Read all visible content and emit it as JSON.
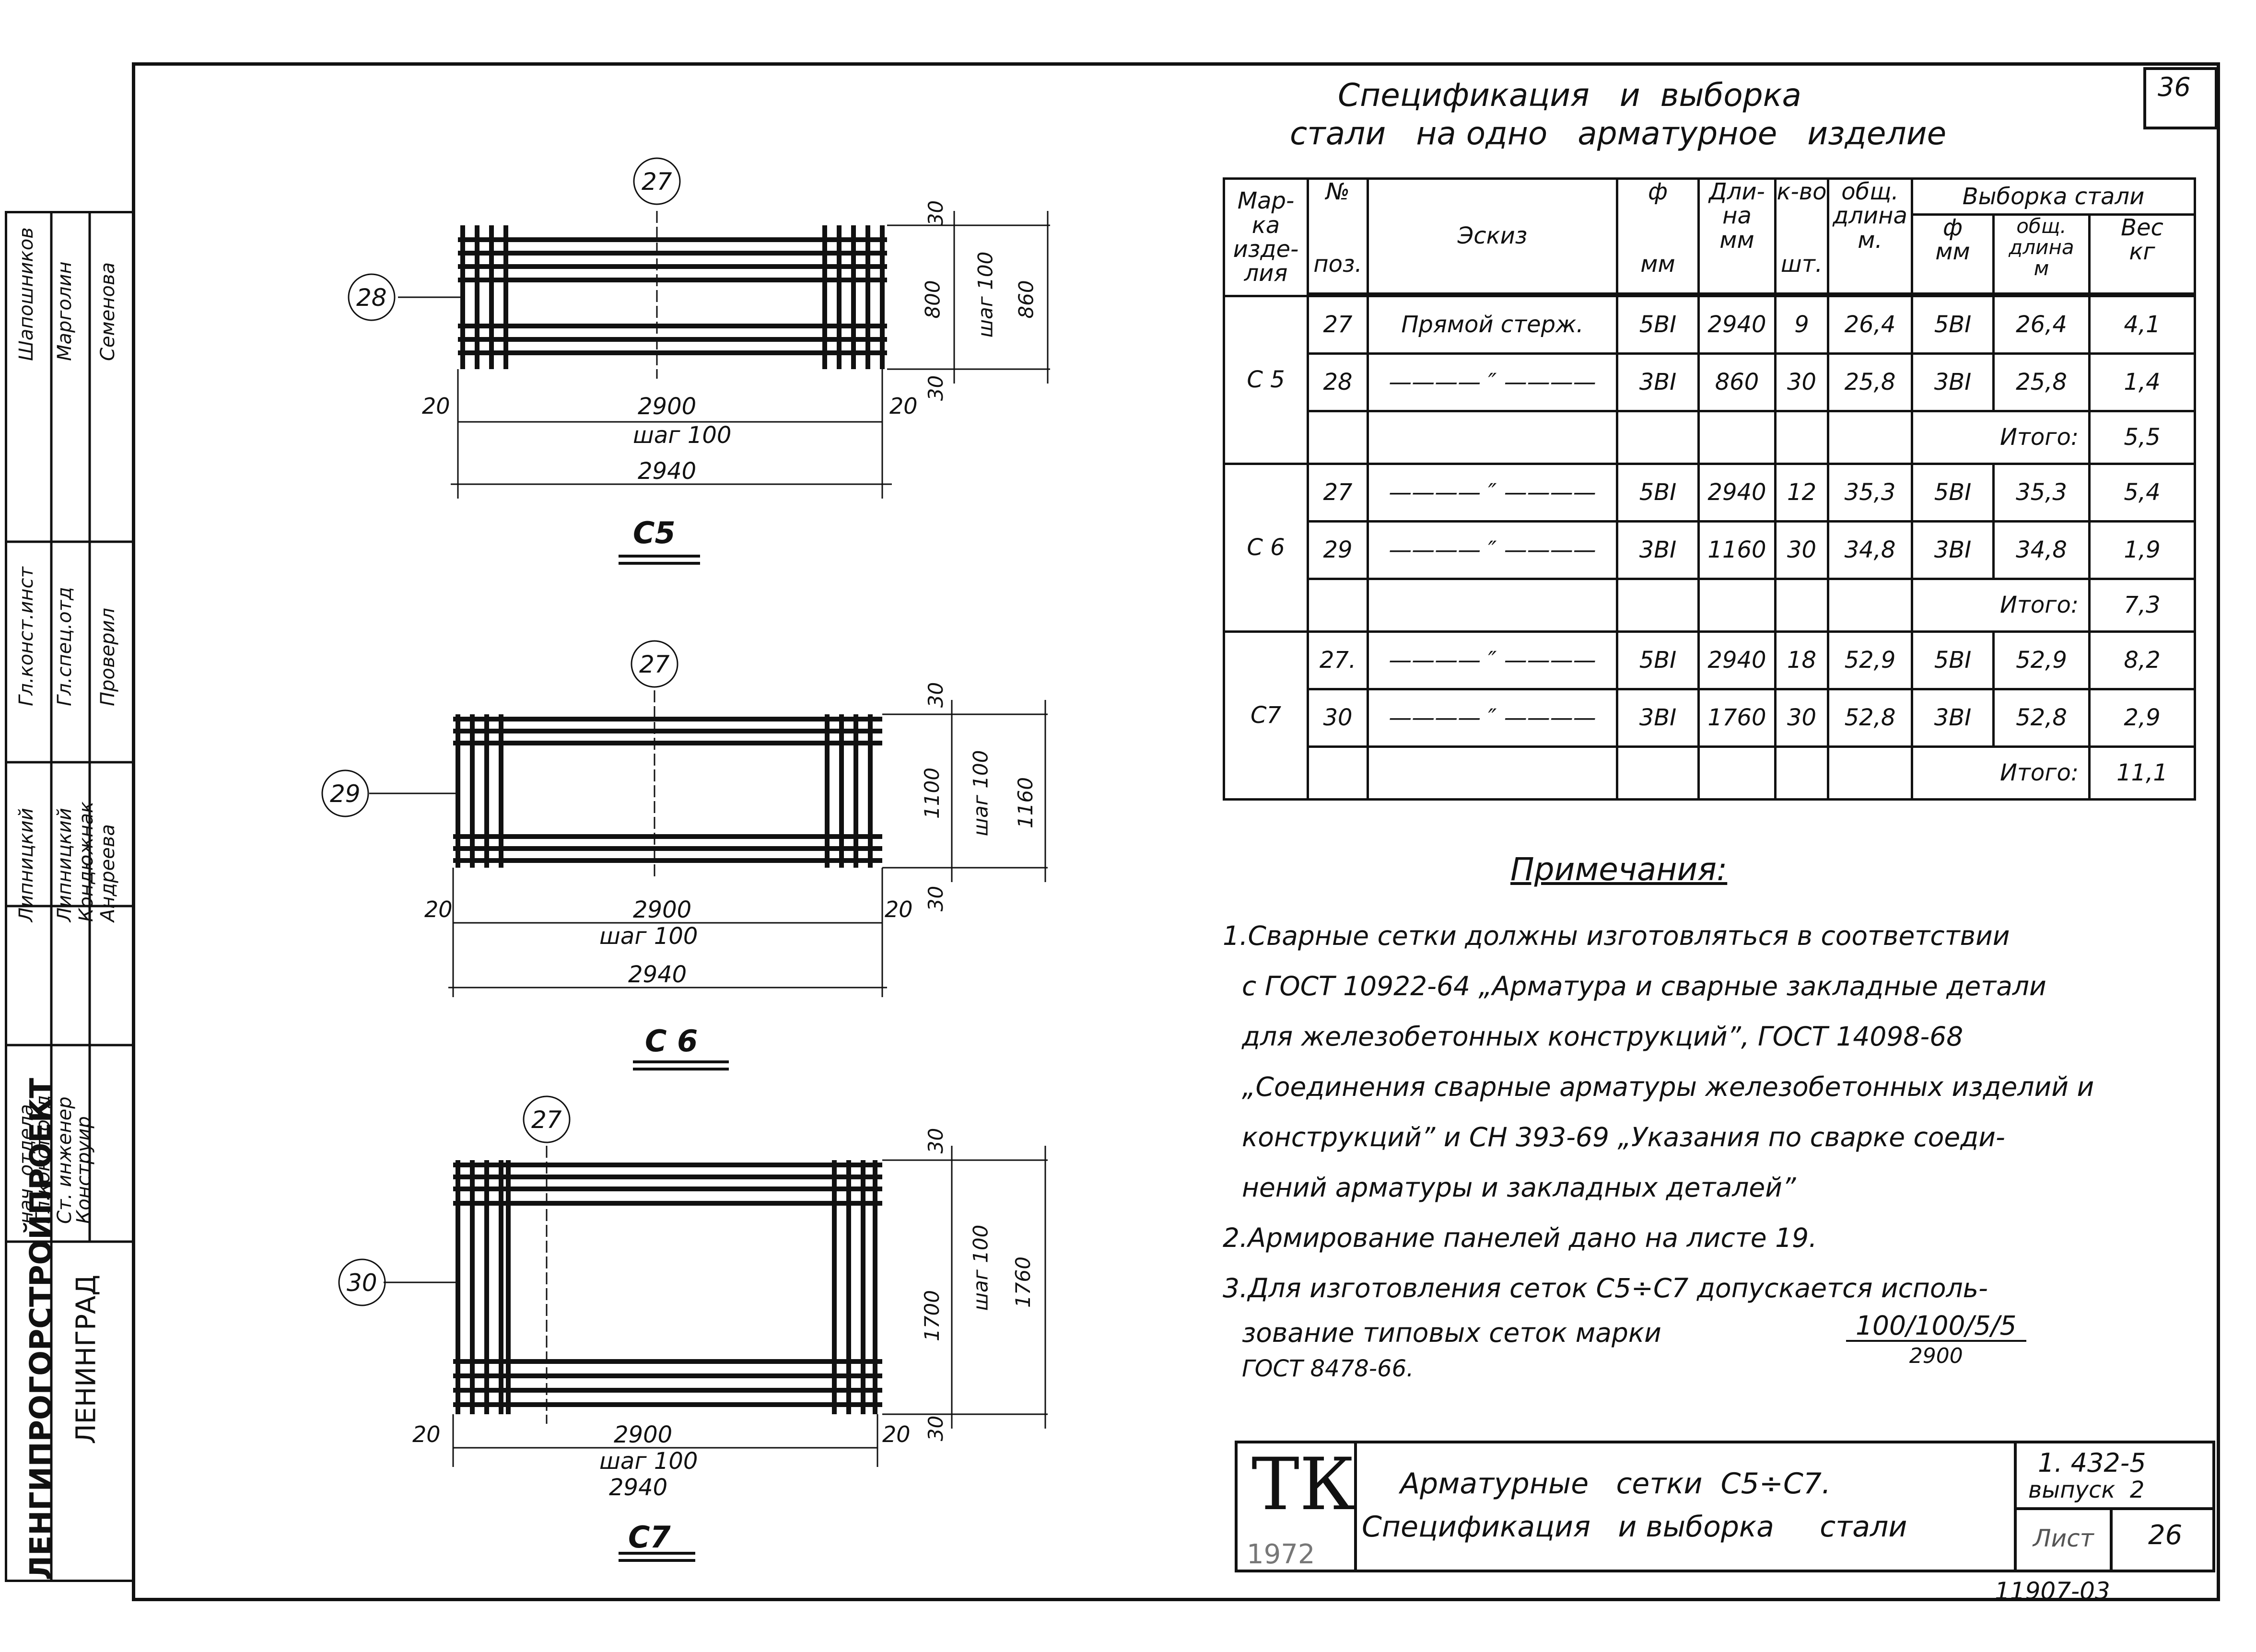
{
  "sheet_number": "36",
  "spec_title_line1": "Спецификация   и  выборка",
  "spec_title_line2": "стали   на одно   арматурное   изделие",
  "headers": {
    "mark": "Мар-\nка\nизде-\nлия",
    "pos_no": "№",
    "pos_unit": "поз.",
    "sketch": "Эскиз",
    "diam": "ф",
    "diam_unit": "мм",
    "len": "Дли-\nна",
    "len_unit": "мм",
    "qty": "к-во",
    "qty_unit": "шт.",
    "total_len": "общ.\nдлина",
    "total_len_unit": "м.",
    "selection": "Выборка стали",
    "sel_diam": "ф",
    "sel_diam_unit": "мм",
    "sel_len": "общ.\nдлина\nм",
    "sel_weight": "Вес",
    "sel_weight_unit": "кг"
  },
  "groups": [
    {
      "mark": "С 5",
      "rows": [
        {
          "pos": "27",
          "sketch": "Прямой стерж.",
          "d": "5ВI",
          "len": "2940",
          "qty": "9",
          "tl": "26,4",
          "sd": "5ВI",
          "sl": "26,4",
          "w": "4,1"
        },
        {
          "pos": "28",
          "sketch": "———— ″ ————",
          "d": "3ВI",
          "len": "860",
          "qty": "30",
          "tl": "25,8",
          "sd": "3ВI",
          "sl": "25,8",
          "w": "1,4"
        }
      ],
      "total_label": "Итого:",
      "total": "5,5"
    },
    {
      "mark": "С 6",
      "rows": [
        {
          "pos": "27",
          "sketch": "———— ″ ————",
          "d": "5ВI",
          "len": "2940",
          "qty": "12",
          "tl": "35,3",
          "sd": "5ВI",
          "sl": "35,3",
          "w": "5,4"
        },
        {
          "pos": "29",
          "sketch": "———— ″ ————",
          "d": "3ВI",
          "len": "1160",
          "qty": "30",
          "tl": "34,8",
          "sd": "3ВI",
          "sl": "34,8",
          "w": "1,9"
        }
      ],
      "total_label": "Итого:",
      "total": "7,3"
    },
    {
      "mark": "С7",
      "rows": [
        {
          "pos": "27.",
          "sketch": "———— ″ ————",
          "d": "5ВI",
          "len": "2940",
          "qty": "18",
          "tl": "52,9",
          "sd": "5ВI",
          "sl": "52,9",
          "w": "8,2"
        },
        {
          "pos": "30",
          "sketch": "———— ″ ————",
          "d": "3ВI",
          "len": "1760",
          "qty": "30",
          "tl": "52,8",
          "sd": "3ВI",
          "sl": "52,8",
          "w": "2,9"
        }
      ],
      "total_label": "Итого:",
      "total": "11,1"
    }
  ],
  "notes": {
    "title": "Примечания:",
    "lines": [
      "1.Сварные сетки должны изготовляться в соответствии",
      "с ГОСТ 10922-64 „Арматура и сварные закладные детали",
      "для железобетонных конструкций”, ГОСТ 14098-68",
      "„Соединения сварные арматуры железобетонных изделий и",
      "конструкций” и СН 393-69 „Указания по сварке соеди-",
      "нений арматуры и закладных деталей”",
      "2.Армирование панелей дано на листе 19.",
      "3.Для изготовления сеток С5÷С7 допускается исполь-",
      "зование типовых сеток марки",
      "ГОСТ 8478-66."
    ],
    "fraction_num": "100/100/5/5",
    "fraction_den": "2900"
  },
  "title_block": {
    "logo": "ТК",
    "year": "1972",
    "line1": "Арматурные   сетки  С5÷С7.",
    "line2": "Спецификация   и выборка     стали",
    "series": "1. 432-5",
    "issue": "выпуск  2",
    "sheet_label": "Лист",
    "sheet_no": "26",
    "archive": "11907-03"
  },
  "side_stamp": {
    "org": "ЛЕНГИПРОГОРСТРОЙПРОЕКТ",
    "city": "ЛЕНИНГРАД",
    "col1": [
      "нач. отдела",
      "Гл.конст.отд",
      "Ст. инженер",
      "Конструир"
    ],
    "col2": [
      "Гл.конст.инст",
      "Гл.спец.отд",
      "Проверил"
    ],
    "col3": [
      "Липницкий",
      "Липницкий",
      "Кондюжнак",
      "Андреева"
    ],
    "col4": [
      "Шапошников",
      "Марголин",
      "Семенова"
    ]
  },
  "drawings": [
    {
      "name": "С5",
      "pos_bar": "27",
      "pos_cross": "28",
      "dim_left": "20",
      "dim_right": "20",
      "span": "2900",
      "step": "шаг 100",
      "overall": "2940",
      "v_top": "30",
      "v_mid": "800",
      "v_step": "шаг 100",
      "v_bot": "30",
      "v_total": "860"
    },
    {
      "name": "С 6",
      "pos_bar": "27",
      "pos_cross": "29",
      "dim_left": "20",
      "dim_right": "20",
      "span": "2900",
      "step": "шаг 100",
      "overall": "2940",
      "v_top": "30",
      "v_mid": "1100",
      "v_step": "шаг 100",
      "v_bot": "30",
      "v_total": "1160"
    },
    {
      "name": "С7",
      "pos_bar": "27",
      "pos_cross": "30",
      "dim_left": "20",
      "dim_right": "20",
      "span": "2900",
      "step": "шаг 100",
      "overall": "2940",
      "v_top": "30",
      "v_mid": "1700",
      "v_step": "шаг 100",
      "v_bot": "30",
      "v_total": "1760"
    }
  ]
}
